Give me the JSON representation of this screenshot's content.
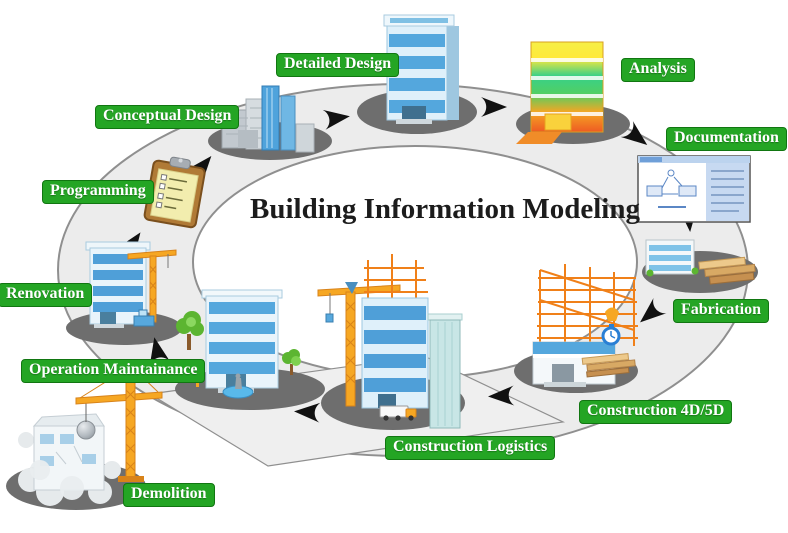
{
  "diagram": {
    "title": "Building Information Modeling",
    "stages": [
      {
        "id": "programming",
        "label": "Programming"
      },
      {
        "id": "conceptual-design",
        "label": "Conceptual Design"
      },
      {
        "id": "detailed-design",
        "label": "Detailed Design"
      },
      {
        "id": "analysis",
        "label": "Analysis"
      },
      {
        "id": "documentation",
        "label": "Documentation"
      },
      {
        "id": "fabrication",
        "label": "Fabrication"
      },
      {
        "id": "construction-4d5d",
        "label": "Construction 4D/5D"
      },
      {
        "id": "construction-logistics",
        "label": "Construction Logistics"
      },
      {
        "id": "operation-maintainance",
        "label": "Operation Maintainance"
      },
      {
        "id": "demolition",
        "label": "Demolition"
      },
      {
        "id": "renovation",
        "label": "Renovation"
      }
    ],
    "colors": {
      "badge_green": "#24a524",
      "ring_gray": "#ececec",
      "station_gray": "#6e6e6e",
      "arrow_black": "#111111",
      "scaffold_orange": "#f08019",
      "crane_orange": "#f6a723",
      "title_black": "#1c1c1c"
    }
  }
}
